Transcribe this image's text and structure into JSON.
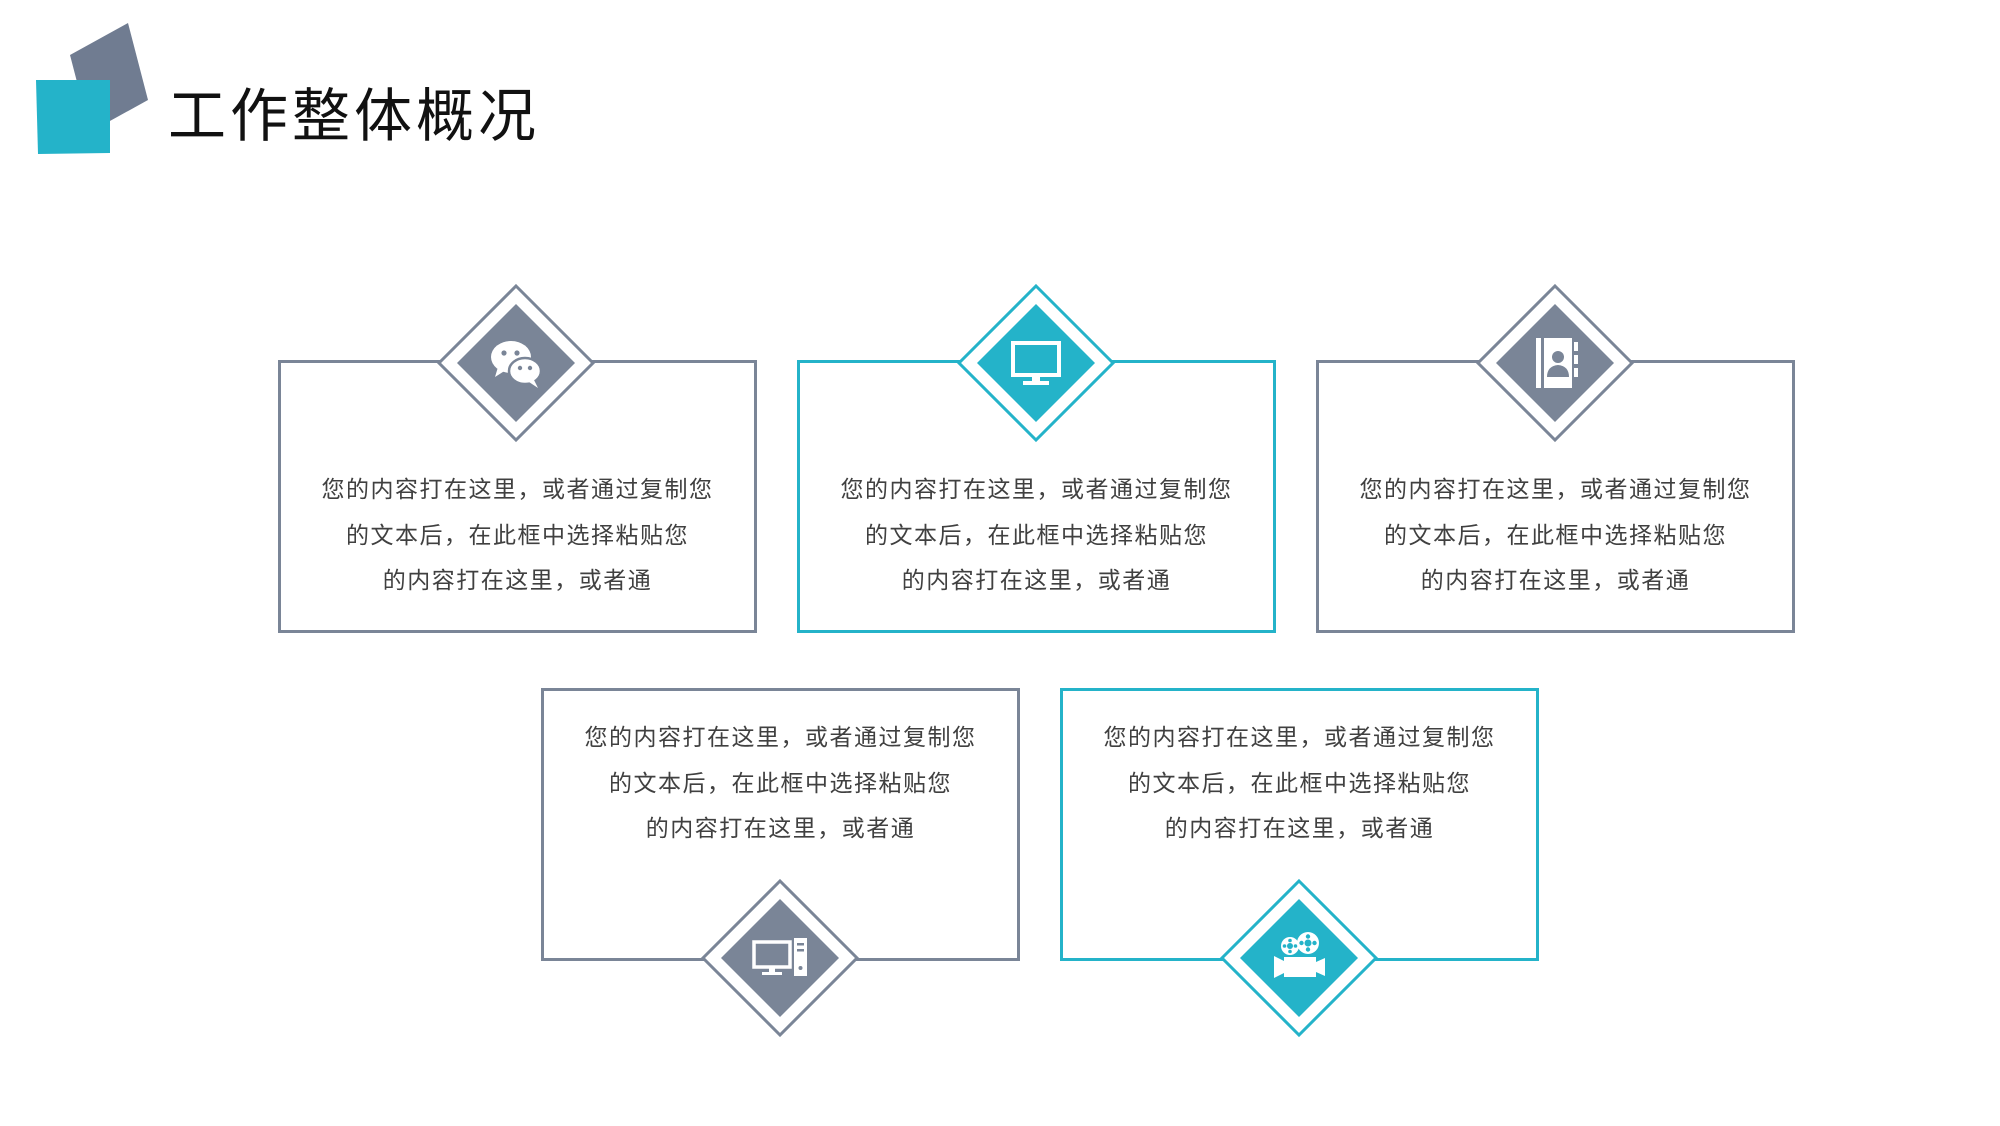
{
  "title": "工作整体概况",
  "colors": {
    "gray": "#7a8597",
    "teal": "#24b3c9",
    "deco_gray": "#707c91",
    "text": "#404040",
    "title": "#111111"
  },
  "cards": [
    {
      "color": "gray",
      "icon": "wechat-icon",
      "lines": [
        "您的内容打在这里，或者通过复制您",
        "的文本后，在此框中选择粘贴您",
        "的内容打在这里，或者通"
      ]
    },
    {
      "color": "teal",
      "icon": "monitor-icon",
      "lines": [
        "您的内容打在这里，或者通过复制您",
        "的文本后，在此框中选择粘贴您",
        "的内容打在这里，或者通"
      ]
    },
    {
      "color": "gray",
      "icon": "contact-book-icon",
      "lines": [
        "您的内容打在这里，或者通过复制您",
        "的文本后，在此框中选择粘贴您",
        "的内容打在这里，或者通"
      ]
    },
    {
      "color": "gray",
      "icon": "desktop-computer-icon",
      "lines": [
        "您的内容打在这里，或者通过复制您",
        "的文本后，在此框中选择粘贴您",
        "的内容打在这里，或者通"
      ]
    },
    {
      "color": "teal",
      "icon": "film-camera-icon",
      "lines": [
        "您的内容打在这里，或者通过复制您",
        "的文本后，在此框中选择粘贴您",
        "的内容打在这里，或者通"
      ]
    }
  ]
}
